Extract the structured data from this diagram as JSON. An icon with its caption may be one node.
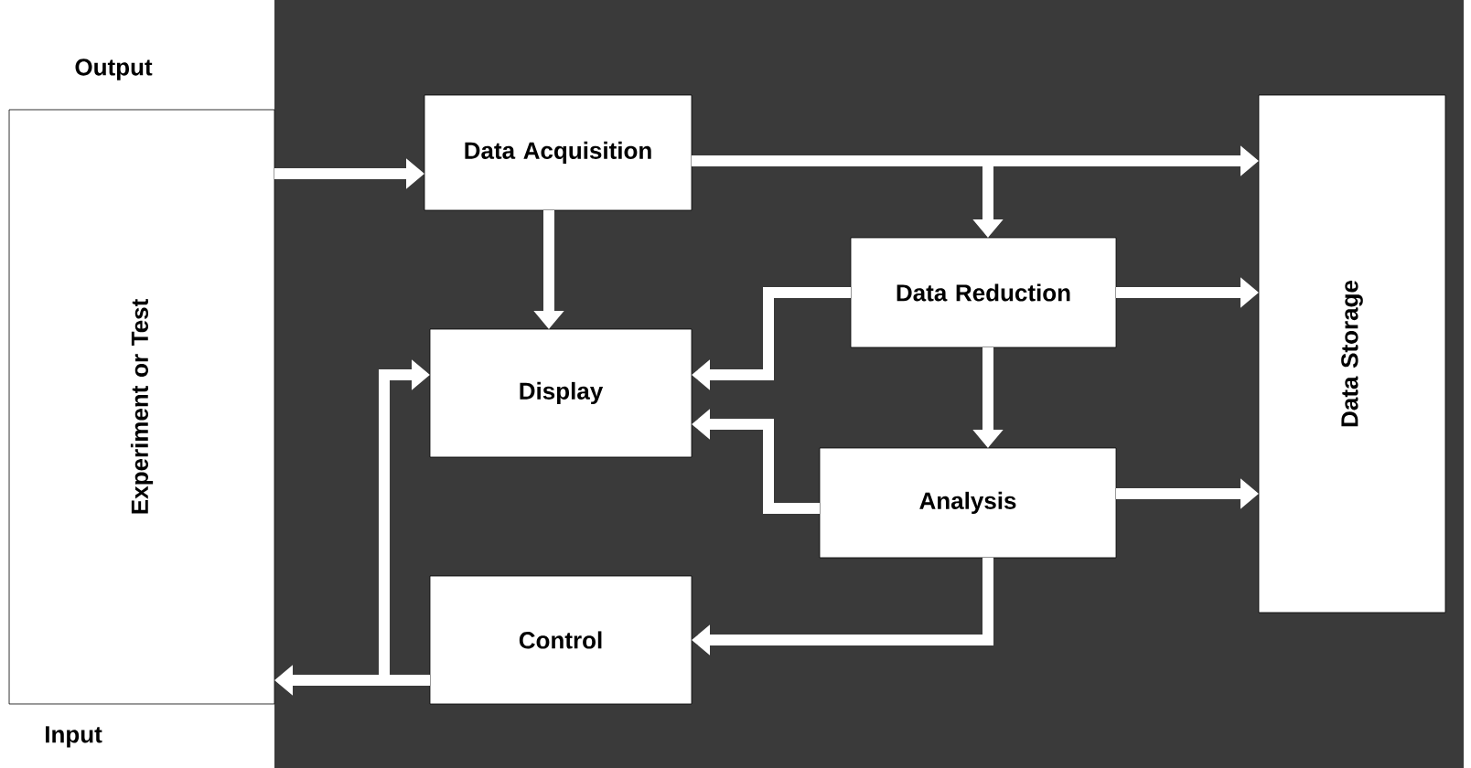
{
  "diagram": {
    "nodes": [
      {
        "text": [
          "Experiment or Test"
        ]
      },
      {
        "text": [
          "Data Acquisition"
        ]
      },
      {
        "text": [
          "Display"
        ]
      },
      {
        "text": [
          "Control"
        ]
      },
      {
        "text": [
          "Data Reduction"
        ]
      },
      {
        "text": [
          "Analysis"
        ]
      },
      {
        "text": [
          "Data Storage"
        ]
      }
    ],
    "edges": [
      {
        "from": 0,
        "to": 1,
        "arrow": "to"
      },
      {
        "from": 1,
        "to": 6,
        "arrow": "to"
      },
      {
        "from": 1,
        "to": 4,
        "arrow": "to"
      },
      {
        "from": 1,
        "to": 2,
        "arrow": "to"
      },
      {
        "from": 4,
        "to": 2,
        "arrow": "to"
      },
      {
        "from": 4,
        "to": 6,
        "arrow": "to"
      },
      {
        "from": 4,
        "to": 5,
        "arrow": "to"
      },
      {
        "from": 5,
        "to": 2,
        "arrow": "to"
      },
      {
        "from": 5,
        "to": 6,
        "arrow": "to"
      },
      {
        "from": 5,
        "to": 3,
        "arrow": "to"
      },
      {
        "from": 3,
        "to": 0,
        "arrow": "to"
      },
      {
        "from": 3,
        "to": 2,
        "arrow": "to"
      }
    ],
    "labels": [
      "Output",
      "Input"
    ]
  }
}
